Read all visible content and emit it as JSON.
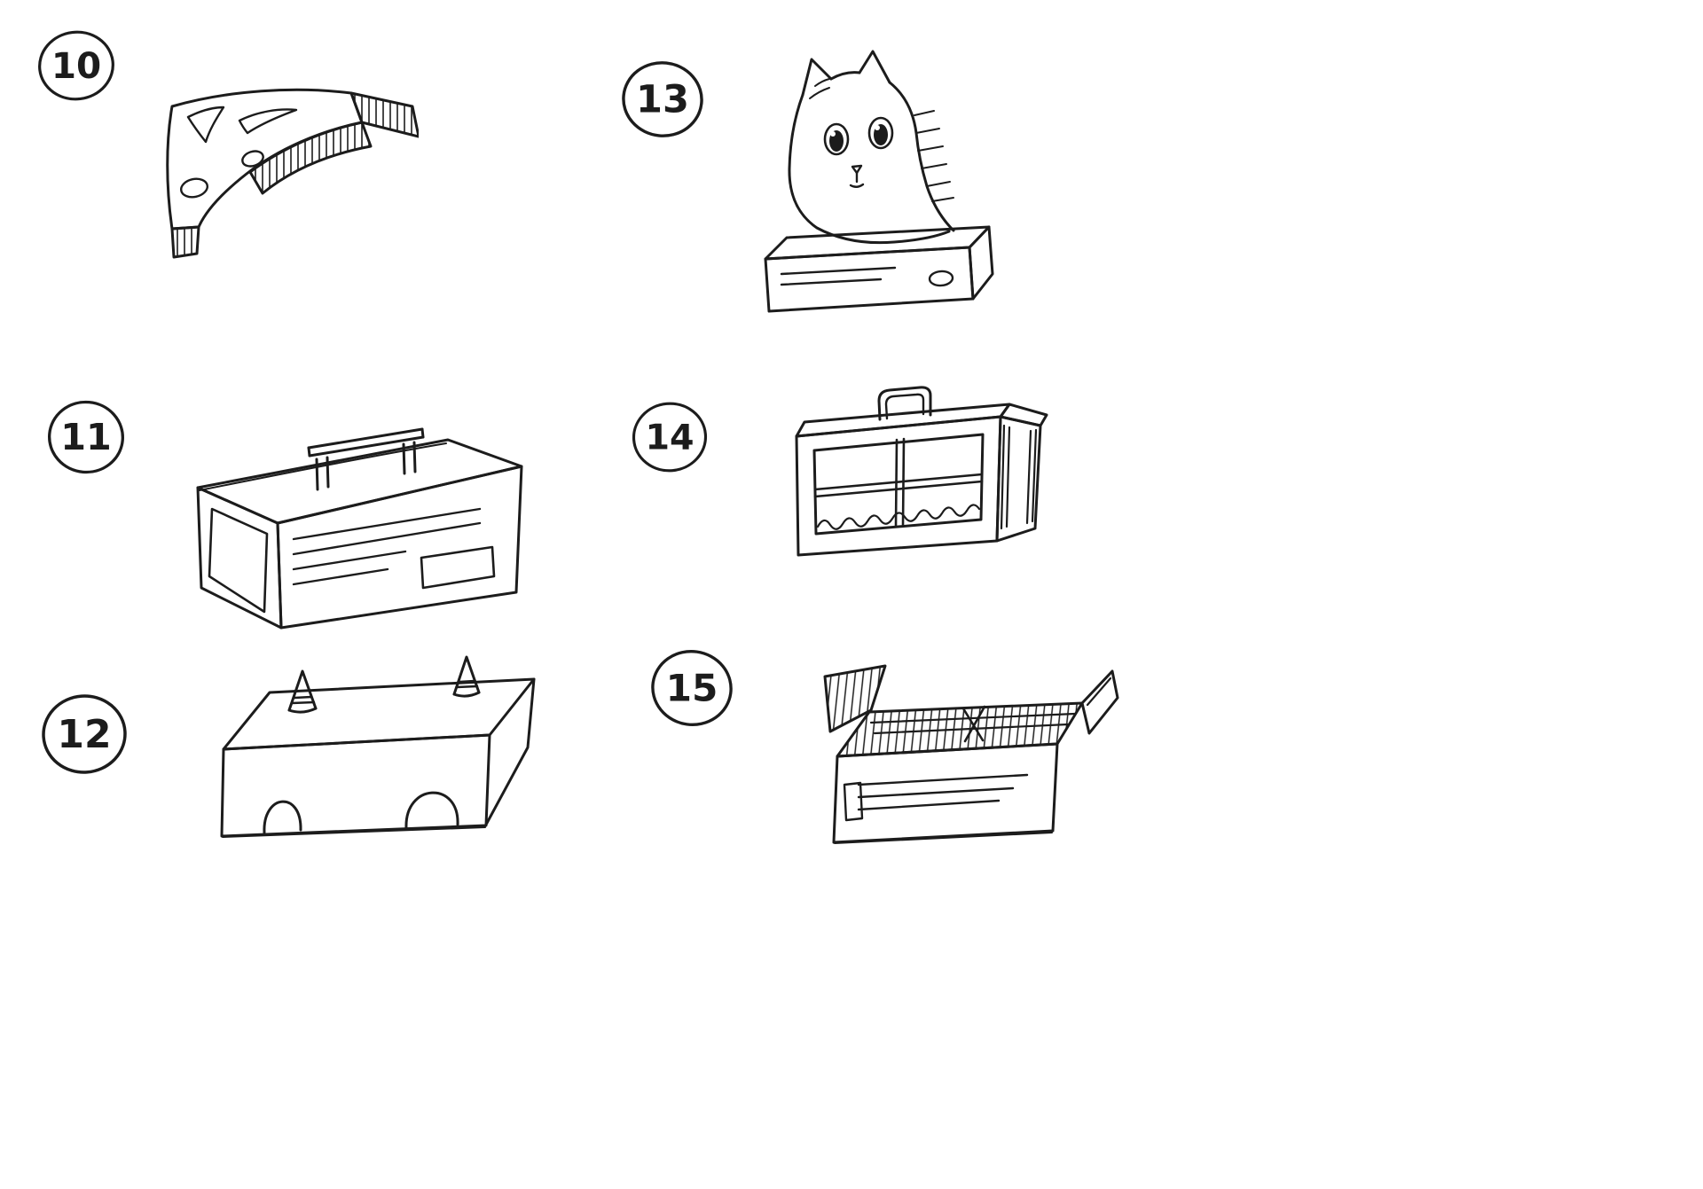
{
  "page": {
    "background_color": "#ffffff",
    "ink_color": "#1c1c1c"
  },
  "items": [
    {
      "number": "10",
      "icon": "curved-wedge-sketch"
    },
    {
      "number": "11",
      "icon": "carry-case-sketch"
    },
    {
      "number": "12",
      "icon": "box-with-cones-sketch"
    },
    {
      "number": "13",
      "icon": "cat-on-box-sketch"
    },
    {
      "number": "14",
      "icon": "pet-carrier-sketch"
    },
    {
      "number": "15",
      "icon": "open-box-sketch"
    }
  ]
}
